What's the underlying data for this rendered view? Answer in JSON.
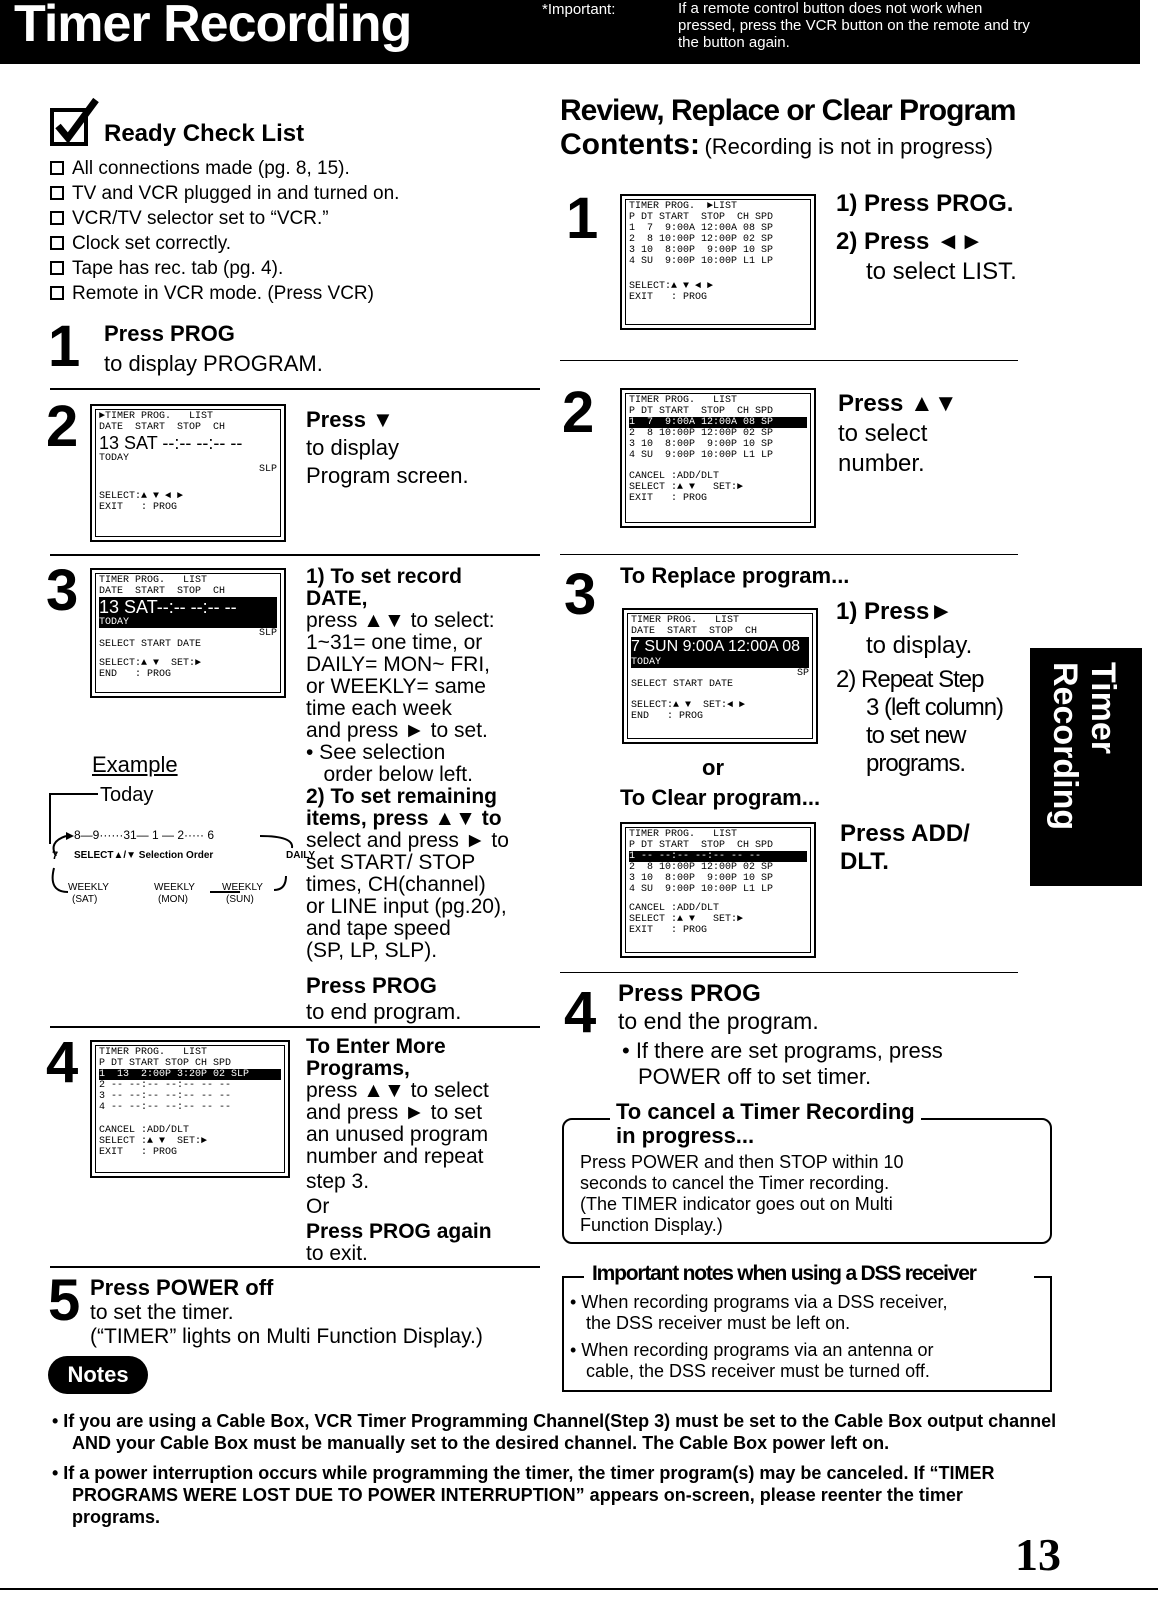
{
  "header": {
    "title": "Timer Recording",
    "important_label": "*Important:",
    "important_text": "If a remote control button does not work when pressed, press the VCR button on the remote and try the button again."
  },
  "checklist": {
    "title": "Ready Check List",
    "items": [
      "All connections made (pg. 8, 15).",
      "TV and VCR plugged in and turned on.",
      "VCR/TV selector set to “VCR.”",
      "Clock set correctly.",
      "Tape has rec. tab (pg. 4).",
      "Remote in VCR mode. (Press VCR)"
    ]
  },
  "left": {
    "s1": {
      "num": "1",
      "title": "Press PROG",
      "text": "to display PROGRAM."
    },
    "s2": {
      "num": "2",
      "title": "Press ▼",
      "l1": "to display",
      "l2": "Program screen.",
      "screen": [
        "►TIMER PROG.   LIST",
        "DATE  START  STOP  CH",
        "",
        "TODAY",
        "",
        "SELECT:▲ ▼ ◄ ►",
        "EXIT   : PROG"
      ],
      "big": "13 SAT --:--  --:--  --",
      "slp": "SLP"
    },
    "s3": {
      "num": "3",
      "lines": [
        "1) To set record",
        "DATE,",
        "press ▲▼ to select:",
        "1~31= one time, or",
        "DAILY= MON~ FRI,",
        "or WEEKLY= same",
        "time each week",
        "and press ► to set.",
        "• See selection",
        "   order below left.",
        "2) To set remaining",
        "items, press ▲▼ to",
        "select and press ► to",
        "set START/ STOP",
        "times, CH(channel)",
        "or LINE input (pg.20),",
        "and tape speed",
        "(SP, LP, SLP)."
      ],
      "end_title": "Press PROG",
      "end_text": "to end program.",
      "screen": [
        "TIMER PROG.   LIST",
        "DATE  START  STOP  CH",
        "",
        "TODAY",
        "SELECT START DATE",
        "SELECT:▲ ▼  SET:►",
        "END   : PROG"
      ],
      "big": "13 SAT--:--  --:--  --",
      "slp": "SLP"
    },
    "example": {
      "title": "Example",
      "today": "Today",
      "seq": "8—9······31— 1 — 2····· 6",
      "seven": "7",
      "select": "SELECT▲/▼ Selection Order",
      "daily": "DAILY",
      "weekly_sat": "WEEKLY",
      "sat": "(SAT)",
      "weekly_mon": "WEEKLY",
      "mon": "(MON)",
      "weekly_sun": "WEEKLY",
      "sun": "(SUN)"
    },
    "s4": {
      "num": "4",
      "lines": [
        "To Enter More",
        "Programs,",
        "press ▲▼ to select",
        "and press ► to set",
        "an unused program",
        "number and repeat",
        "step 3.",
        "Or",
        "Press PROG again",
        "to exit."
      ],
      "screen": [
        "TIMER PROG.   LIST",
        "P DT START STOP CH SPD",
        "1  13  2:00P 3:20P 02 SLP",
        "2 -- --:-- --:-- -- --",
        "3 -- --:-- --:-- -- --",
        "4 -- --:-- --:-- -- --",
        "CANCEL :ADD/DLT",
        "SELECT :▲ ▼  SET:►",
        "EXIT   : PROG"
      ]
    },
    "s5": {
      "num": "5",
      "title": "Press POWER off",
      "l1": "to set the timer.",
      "l2": "(“TIMER” lights on Multi Function Display.)"
    }
  },
  "right": {
    "title1": "Review, Replace or Clear Program",
    "title2": "Contents:",
    "title_sub": "(Recording is not in progress)",
    "s1": {
      "num": "1",
      "a": "1) Press PROG.",
      "b": "2) Press ◄►",
      "c": "to select LIST.",
      "screen": [
        "TIMER PROG.  ►LIST",
        "P DT START  STOP  CH SPD",
        "1  7  9:00A 12:00A 08 SP",
        "2  8 10:00P 12:00P 02 SP",
        "3 10  8:00P  9:00P 10 SP",
        "4 SU  9:00P 10:00P L1 LP",
        "",
        "SELECT:▲ ▼ ◄ ►",
        "EXIT   : PROG"
      ]
    },
    "s2": {
      "num": "2",
      "a": "Press ▲▼",
      "b": "to select",
      "c": "number.",
      "screen": [
        "TIMER PROG.   LIST",
        "P DT START  STOP  CH SPD",
        "1  7  9:00A 12:00A 08 SP",
        "2  8 10:00P 12:00P 02 SP",
        "3 10  8:00P  9:00P 10 SP",
        "4 SU  9:00P 10:00P L1 LP",
        "CANCEL :ADD/DLT",
        "SELECT :▲ ▼   SET:►",
        "EXIT   : PROG"
      ]
    },
    "s3": {
      "num": "3",
      "replace": "To Replace program...",
      "a": "1) Press►",
      "b": "to display.",
      "c": "2) Repeat Step",
      "d": "3 (left column)",
      "e": "to set new",
      "f": "programs.",
      "or": "or",
      "clear": "To Clear program...",
      "g": "Press ADD/",
      "h": "DLT.",
      "screen_a": [
        "TIMER PROG.   LIST",
        "DATE  START  STOP  CH",
        "",
        "TODAY",
        "SELECT START DATE",
        "SELECT:▲ ▼  SET:◄ ►",
        "END   : PROG"
      ],
      "big_a": "7 SUN 9:00A 12:00A 08",
      "sp": "SP",
      "screen_b": [
        "TIMER PROG.   LIST",
        "P DT START  STOP  CH SPD",
        "1 -- --:-- --:-- -- --",
        "2  8 10:00P 12:00P 02 SP",
        "3 10  8:00P  9:00P 10 SP",
        "4 SU  9:00P 10:00P L1 LP",
        "CANCEL :ADD/DLT",
        "SELECT :▲ ▼   SET:►",
        "EXIT   : PROG"
      ]
    },
    "s4": {
      "num": "4",
      "title": "Press PROG",
      "l1": "to end the program.",
      "l2": "• If there are set programs, press",
      "l3": "POWER off to set timer."
    },
    "cancel": {
      "title1": "To cancel a Timer Recording",
      "title2": "in progress...",
      "l1": "Press POWER and then STOP within 10",
      "l2": "seconds to cancel the Timer recording.",
      "l3": "(The TIMER indicator goes out on Multi",
      "l4": "Function Display.)"
    },
    "dss": {
      "title": "Important notes when using a DSS receiver",
      "b1a": "• When recording programs via a DSS receiver,",
      "b1b": "the DSS receiver must be left on.",
      "b2a": "• When recording programs via an antenna or",
      "b2b": "cable, the DSS receiver must be turned off."
    }
  },
  "sidetab": "Timer Recording",
  "notes": {
    "label": "Notes",
    "n1": "•  If you are using a Cable Box, VCR Timer Programming Channel(Step 3) must be set to the Cable Box output channel AND your Cable Box must be manually set to the desired channel. The Cable Box power left on.",
    "n2": "•  If a power interruption occurs while programming the timer, the timer program(s) may be canceled. If “TIMER PROGRAMS WERE LOST DUE TO POWER INTERRUPTION” appears on-screen, please reenter the timer programs."
  },
  "page_number": "13"
}
